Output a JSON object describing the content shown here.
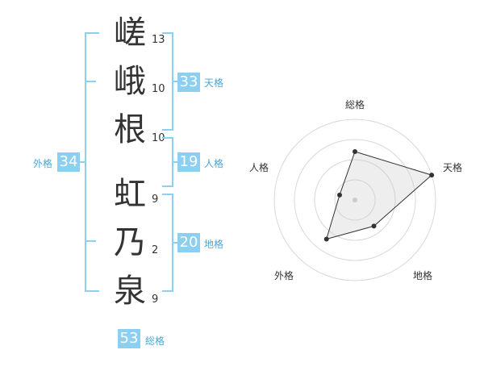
{
  "name": {
    "characters": [
      {
        "char": "嵯",
        "strokes": "13"
      },
      {
        "char": "峨",
        "strokes": "10"
      },
      {
        "char": "根",
        "strokes": "10"
      },
      {
        "char": "虹",
        "strokes": "9"
      },
      {
        "char": "乃",
        "strokes": "2"
      },
      {
        "char": "泉",
        "strokes": "9"
      }
    ]
  },
  "fortune": {
    "tenkaku": {
      "value": "33",
      "label": "天格"
    },
    "jinkaku": {
      "value": "19",
      "label": "人格"
    },
    "chikaku": {
      "value": "20",
      "label": "地格"
    },
    "gaikaku": {
      "value": "34",
      "label": "外格"
    },
    "soukaku": {
      "value": "53",
      "label": "総格"
    }
  },
  "colors": {
    "accent": "#8dcff0",
    "label": "#4aa6d8",
    "text": "#333333"
  },
  "chart_data": {
    "type": "radar",
    "axes": [
      "総格",
      "天格",
      "地格",
      "外格",
      "人格"
    ],
    "values": [
      3,
      5,
      2,
      3,
      1
    ],
    "max": 5,
    "rings": 4,
    "grid": true
  }
}
